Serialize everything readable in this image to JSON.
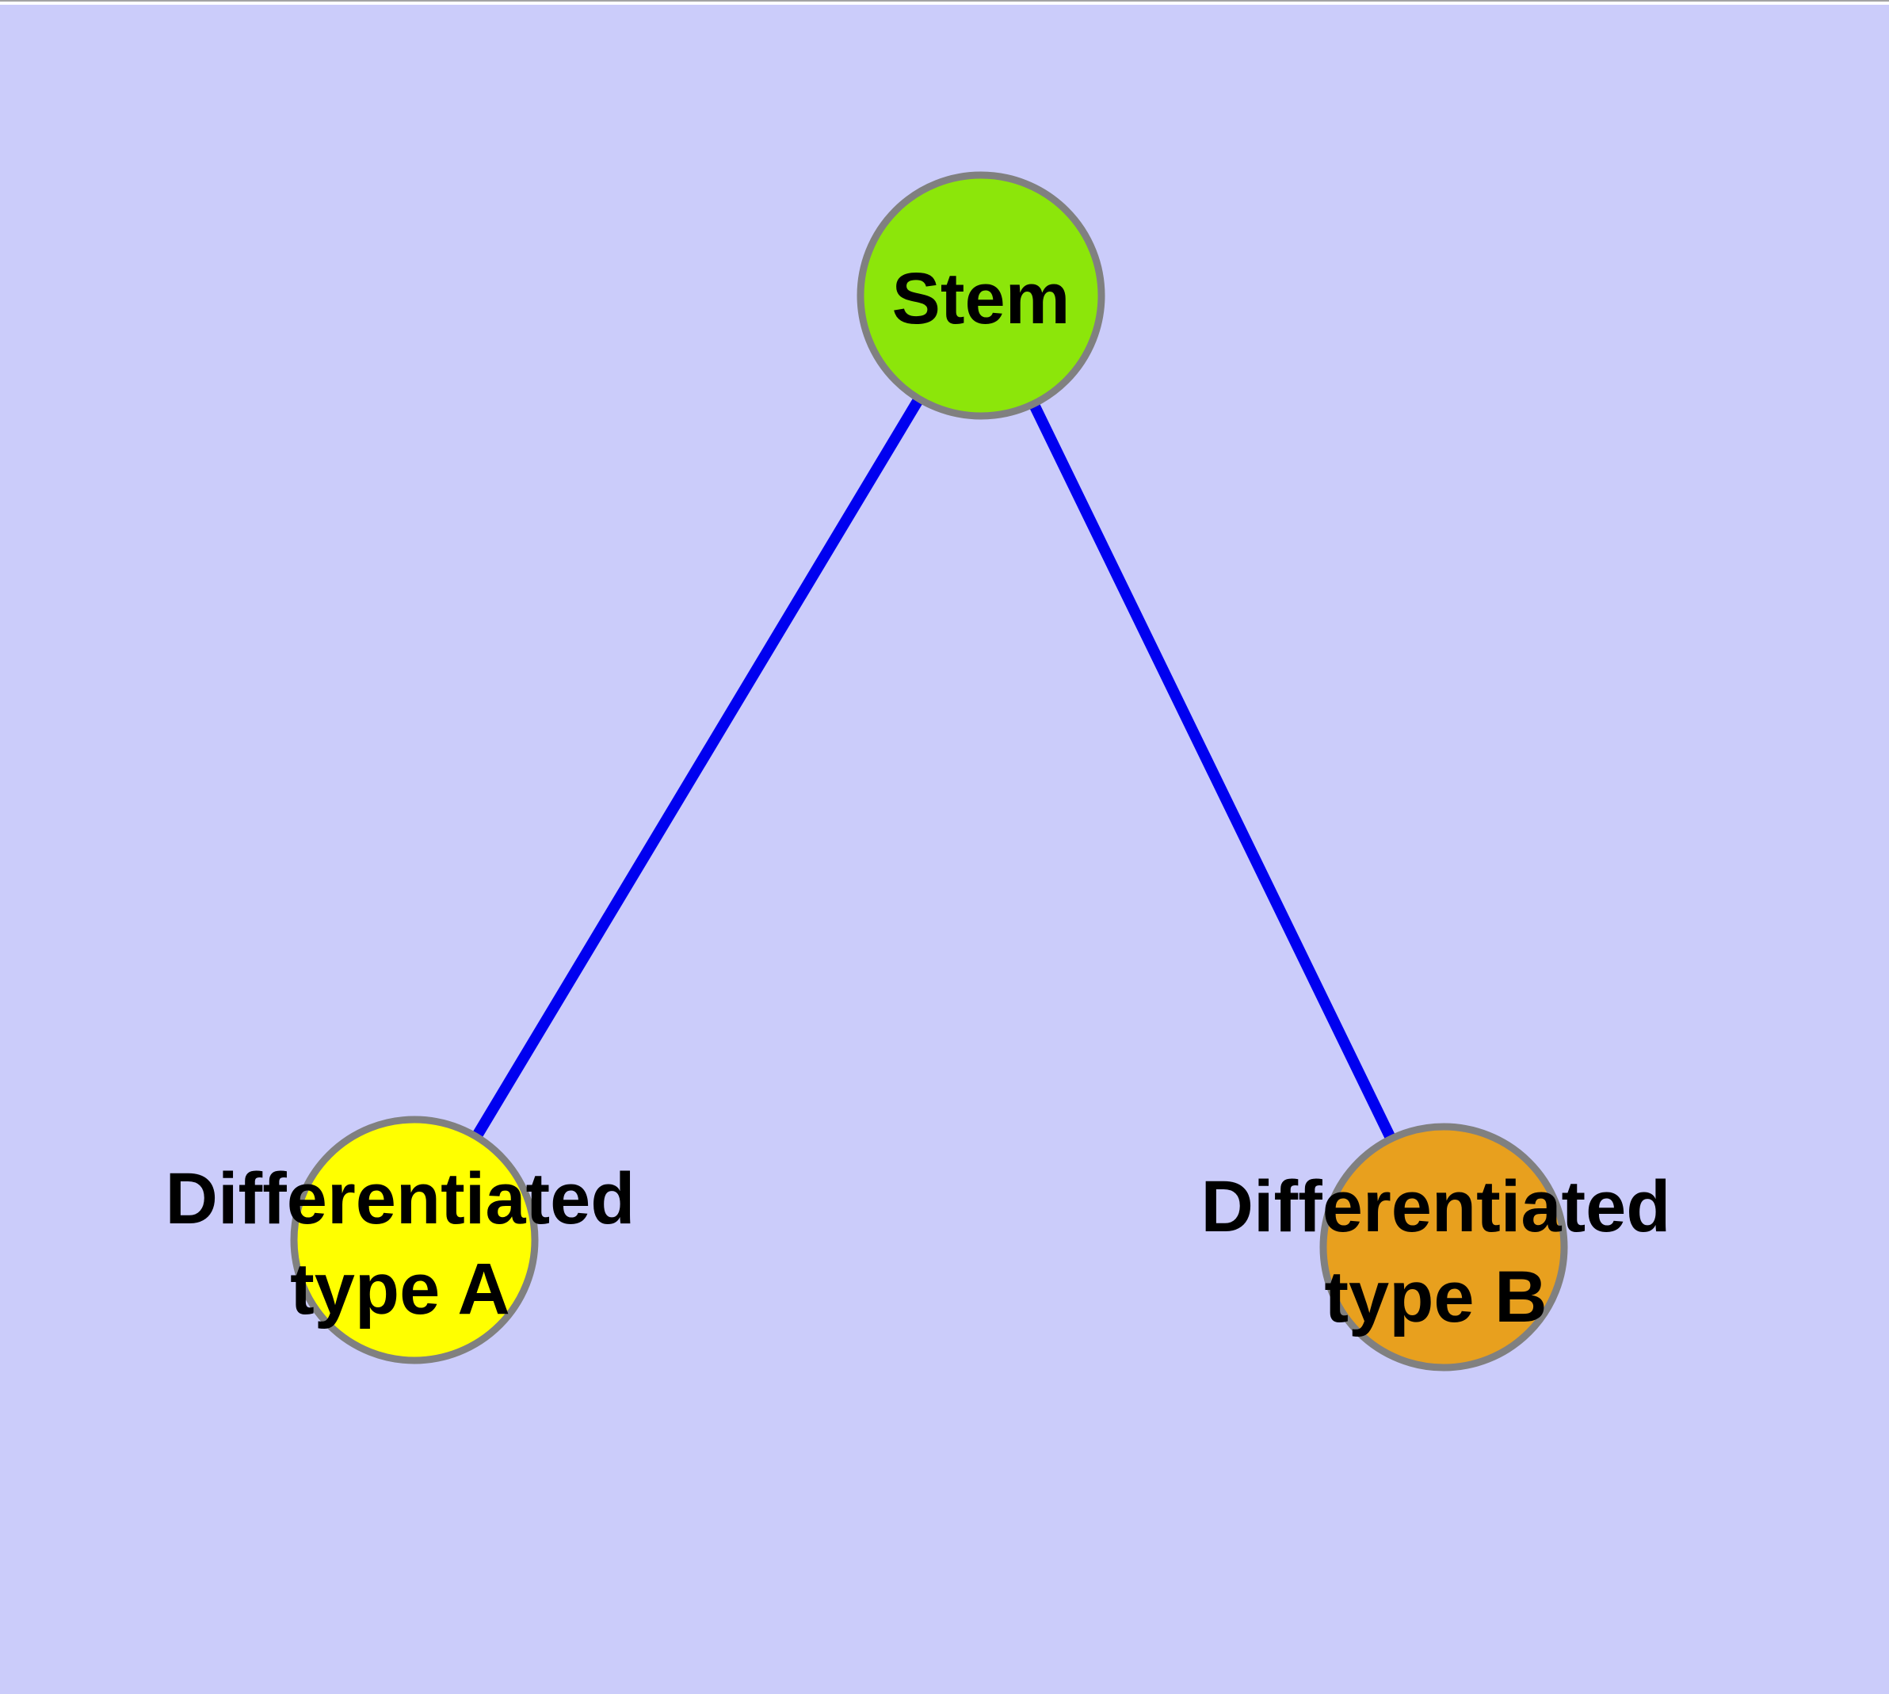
{
  "diagram": {
    "background_color": "#CBCCFA",
    "top_edge_color": "#FFFFFF",
    "edge_color": "#0000F0",
    "node_border_color": "#808080",
    "label_color": "#000000",
    "nodes": [
      {
        "id": "stem",
        "label": "Stem",
        "fill": "#8CE60A"
      },
      {
        "id": "differentiated-type-a",
        "label": "Differentiated\ntype A",
        "fill": "#FFFF00"
      },
      {
        "id": "differentiated-type-b",
        "label": "Differentiated\ntype B",
        "fill": "#E8A01E"
      }
    ],
    "edges": [
      {
        "from": "Stem",
        "to": "Differentiated type A"
      },
      {
        "from": "Stem",
        "to": "Differentiated type B"
      }
    ]
  }
}
